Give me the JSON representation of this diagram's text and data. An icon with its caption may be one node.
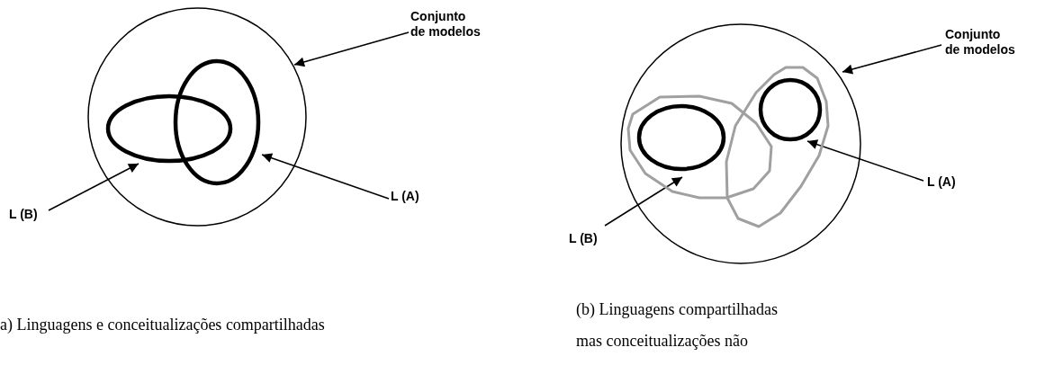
{
  "diagram": {
    "nodes": [
      {
        "text": [],
        "shape": "circle"
      },
      {
        "text": [],
        "shape": "ellipse",
        "in": 0
      },
      {
        "text": [],
        "shape": "ellipse",
        "in": 0
      },
      {
        "text": [
          "Conjunto de modelos"
        ]
      },
      {
        "text": [
          "L (A)"
        ]
      },
      {
        "text": [
          "L (B)"
        ]
      },
      {
        "text": [],
        "shape": "circle"
      },
      {
        "text": [],
        "shape": "blob",
        "in": 6
      },
      {
        "text": [],
        "shape": "blob",
        "in": 6
      },
      {
        "text": [],
        "shape": "ellipse",
        "in": 7
      },
      {
        "text": [],
        "shape": "circle",
        "in": 8
      },
      {
        "text": [
          "Conjunto de modelos"
        ]
      },
      {
        "text": [
          "L (A)"
        ]
      },
      {
        "text": [
          "L (B)"
        ]
      }
    ],
    "edges": [
      {
        "from": 3,
        "to": 0,
        "arrow": "to"
      },
      {
        "from": 4,
        "to": 2,
        "arrow": "to"
      },
      {
        "from": 5,
        "to": 1,
        "arrow": "to"
      },
      {
        "from": 11,
        "to": 6,
        "arrow": "to"
      },
      {
        "from": 12,
        "to": 10,
        "arrow": "to"
      },
      {
        "from": 13,
        "to": 9,
        "arrow": "to"
      }
    ],
    "labels": [
      "a) Linguagens e conceitualizações compartilhadas",
      "(b) Linguagens compartilhadas mas conceitualizações não"
    ]
  }
}
